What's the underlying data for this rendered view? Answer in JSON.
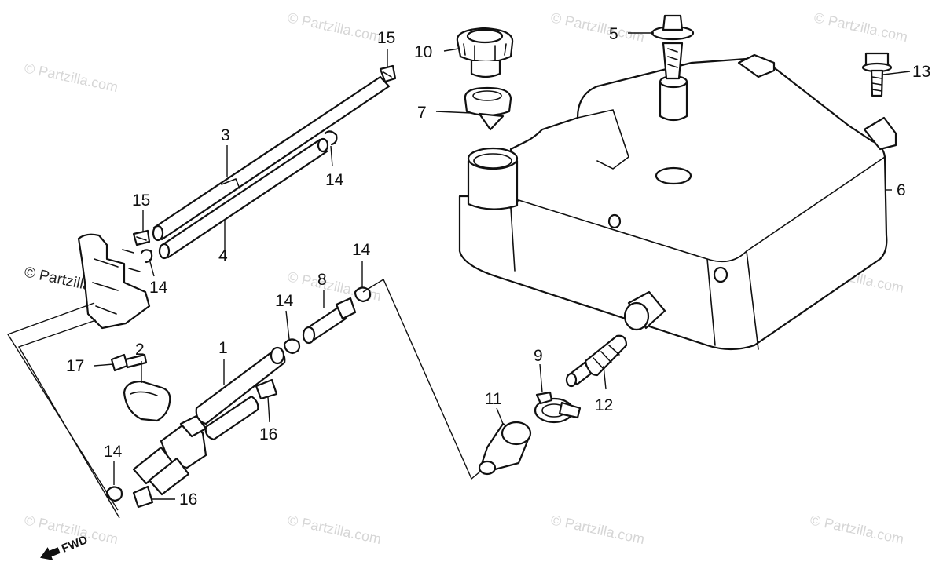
{
  "watermark": {
    "text": "© Partzilla.com",
    "overlay_text": "© Partzilla.com"
  },
  "direction_arrow": {
    "label": "FWD",
    "icon": "arrow-left-icon"
  },
  "callouts": [
    {
      "id": "c1",
      "label": "1"
    },
    {
      "id": "c2",
      "label": "2"
    },
    {
      "id": "c3",
      "label": "3"
    },
    {
      "id": "c4",
      "label": "4"
    },
    {
      "id": "c5",
      "label": "5"
    },
    {
      "id": "c6",
      "label": "6"
    },
    {
      "id": "c7",
      "label": "7"
    },
    {
      "id": "c8",
      "label": "8"
    },
    {
      "id": "c9",
      "label": "9"
    },
    {
      "id": "c10",
      "label": "10"
    },
    {
      "id": "c11",
      "label": "11"
    },
    {
      "id": "c12",
      "label": "12"
    },
    {
      "id": "c13",
      "label": "13"
    },
    {
      "id": "c14a",
      "label": "14"
    },
    {
      "id": "c14b",
      "label": "14"
    },
    {
      "id": "c14c",
      "label": "14"
    },
    {
      "id": "c14d",
      "label": "14"
    },
    {
      "id": "c14e",
      "label": "14"
    },
    {
      "id": "c15a",
      "label": "15"
    },
    {
      "id": "c15b",
      "label": "15"
    },
    {
      "id": "c16a",
      "label": "16"
    },
    {
      "id": "c16b",
      "label": "16"
    },
    {
      "id": "c17",
      "label": "17"
    }
  ]
}
